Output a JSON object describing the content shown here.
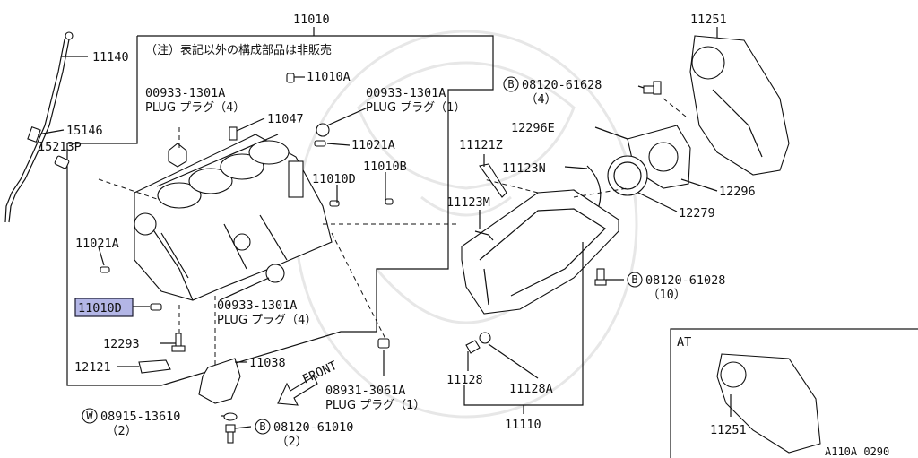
{
  "note_text": "（注）表記以外の構成部品は非販売",
  "labels": {
    "p11010": "11010",
    "p11140": "11140",
    "p15146": "15146",
    "p15213P": "15213P",
    "p11010A": "11010A",
    "p00933_1_num": "00933-1301A",
    "p00933_1_sub": "PLUG プラグ（4）",
    "p00933_2_num": "00933-1301A",
    "p00933_2_sub": "PLUG プラグ（1）",
    "p11047": "11047",
    "p11021A_top": "11021A",
    "p11010B": "11010B",
    "p11010D_top": "11010D",
    "p11021A_left": "11021A",
    "p11010D_highlight": "11010D",
    "p00933_3_num": "00933-1301A",
    "p00933_3_sub": "PLUG プラグ（4）",
    "p12293": "12293",
    "p12121": "12121",
    "p11038": "11038",
    "p08931_num": "08931-3061A",
    "p08931_sub": "PLUG プラグ（1）",
    "front": "FRONT",
    "w08915_num": "08915-13610",
    "w08915_qty": "（2）",
    "b08120_61010_num": "08120-61010",
    "b08120_61010_qty": "（2）",
    "b08120_61628_num": "08120-61628",
    "b08120_61628_qty": "（4）",
    "p11251": "11251",
    "p12296E": "12296E",
    "p11121Z": "11121Z",
    "p11123N": "11123N",
    "p12296": "12296",
    "p11123M": "11123M",
    "p12279": "12279",
    "b08120_61028_num": "08120-61028",
    "b08120_61028_qty": "（10）",
    "p11128": "11128",
    "p11128A": "11128A",
    "p11110": "11110",
    "at_label": "AT",
    "p11251_at": "11251",
    "figure_code": "A110A 0290",
    "circle_B": "B",
    "circle_W": "W"
  },
  "colors": {
    "highlight": "#b3b6e6",
    "line": "#111111",
    "watermark": "#e7e7e7"
  }
}
